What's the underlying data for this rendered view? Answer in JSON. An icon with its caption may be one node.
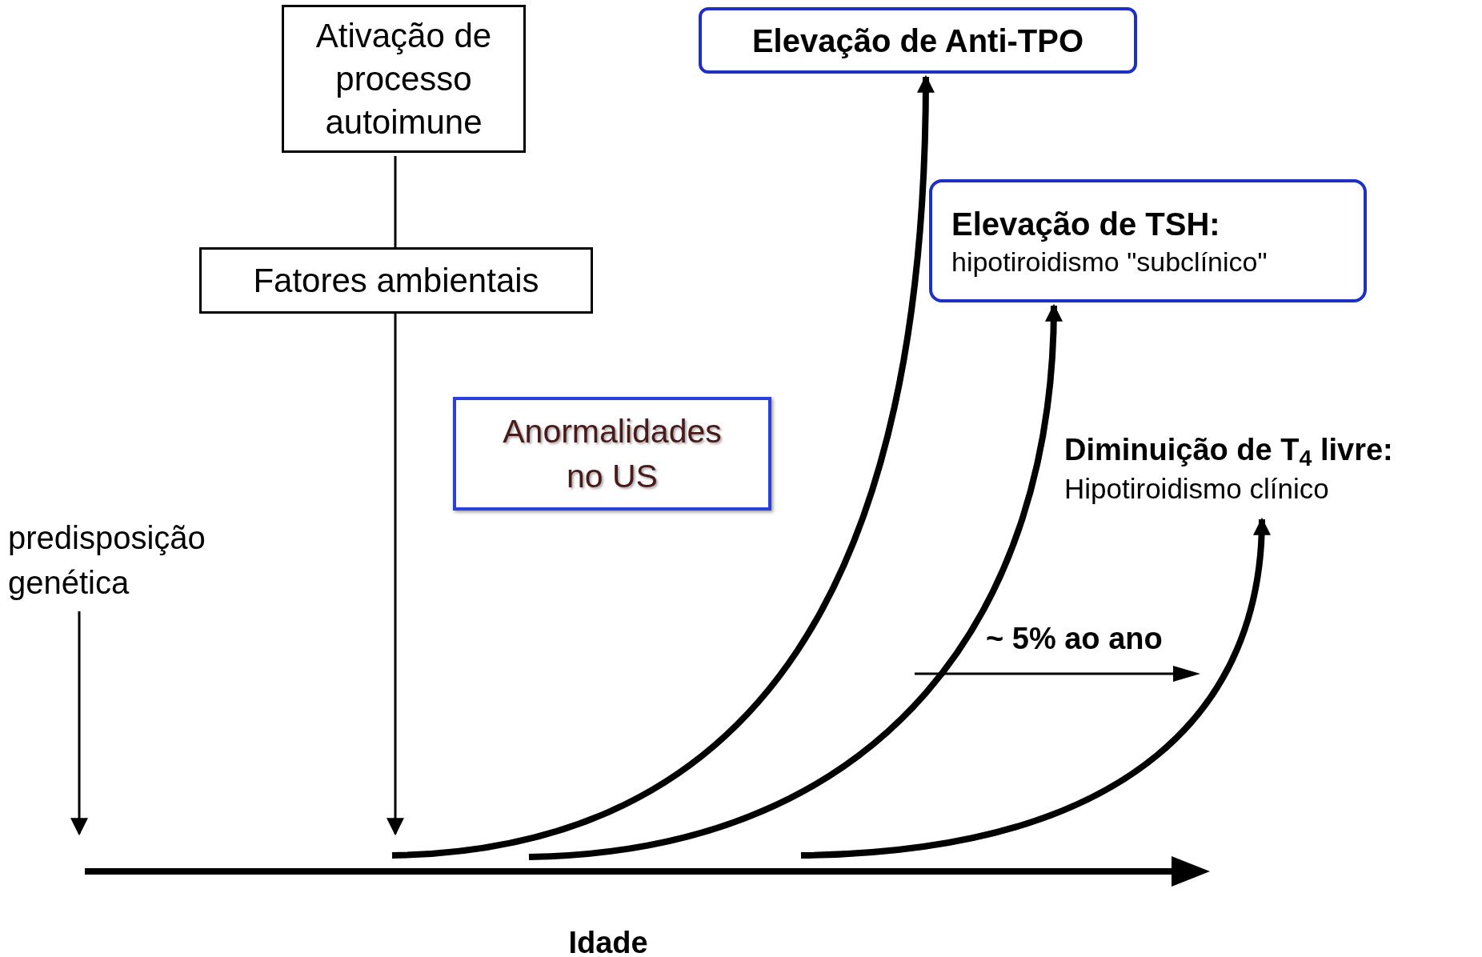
{
  "diagram": {
    "nodes": [
      {
        "text": [
          "Ativação de processo autoimune"
        ]
      },
      {
        "text": [
          "Fatores ambientais"
        ]
      },
      {
        "text": [
          "Elevação de Anti-TPO"
        ]
      },
      {
        "text": [
          "Elevação de TSH:",
          "hipotiroidismo \"subclínico\""
        ]
      },
      {
        "text": [
          "Anormalidades no US"
        ]
      },
      {
        "text": [
          "Diminuição de T$_{4}$ livre:",
          "Hipotiroidismo clínico"
        ]
      },
      {
        "text": [
          "predisposição genética"
        ]
      },
      {
        "text": [],
        "shape": "bar"
      }
    ],
    "edges": [
      {
        "from": 0,
        "to": 1,
        "arrow": "none"
      },
      {
        "from": 1,
        "to": 7,
        "arrow": "to"
      },
      {
        "from": 6,
        "to": 7,
        "arrow": "to"
      },
      {
        "from": 7,
        "to": 2,
        "arrow": "to",
        "style": "thick"
      },
      {
        "from": 7,
        "to": 3,
        "arrow": "to",
        "style": "thick"
      },
      {
        "from": 7,
        "to": 5,
        "arrow": "to",
        "style": "thick"
      }
    ],
    "labels": [
      "~ 5% ao ano",
      "Idade"
    ]
  }
}
